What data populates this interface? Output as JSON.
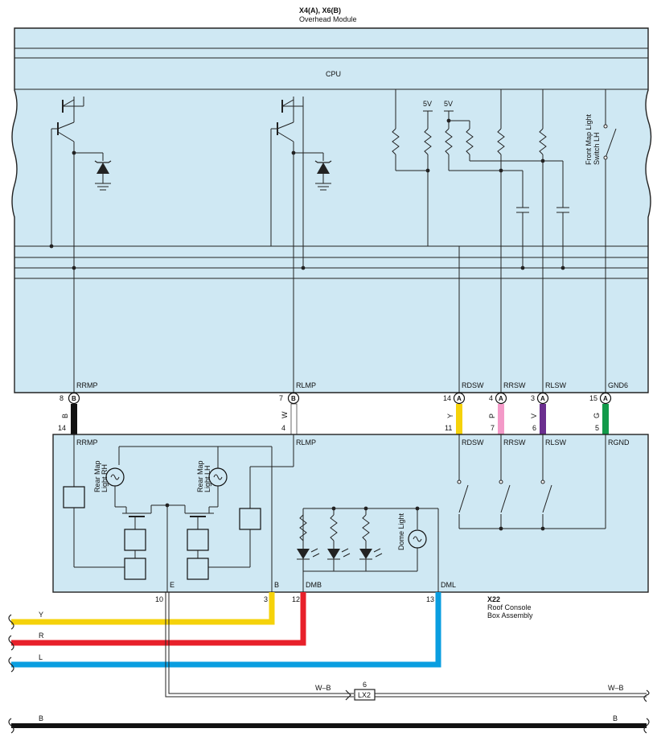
{
  "overhead_module": {
    "title": "X4(A), X6(B)",
    "subtitle": "Overhead Module",
    "cpu_label": "CPU",
    "supply_5v_1": "5V",
    "supply_5v_2": "5V",
    "front_switch_label_1": "Front Map Light",
    "front_switch_label_2": "Switch LH"
  },
  "roof_console": {
    "code": "X22",
    "title_1": "Roof Console",
    "title_2": "Box Assembly",
    "rear_rh_1": "Rear Map",
    "rear_rh_2": "Light RH",
    "rear_lh_1": "Rear Map",
    "rear_lh_2": "Light LH",
    "dome_light": "Dome Light"
  },
  "connections": [
    {
      "top_term": "RRMP",
      "pin_top": "8",
      "conn": "B",
      "color_code": "B",
      "pin_bottom": "14",
      "bottom_term": "RRMP",
      "color": "#111111"
    },
    {
      "top_term": "RLMP",
      "pin_top": "7",
      "conn": "B",
      "color_code": "W",
      "pin_bottom": "4",
      "bottom_term": "RLMP",
      "color": "#ffffff"
    },
    {
      "top_term": "RDSW",
      "pin_top": "14",
      "conn": "A",
      "color_code": "Y",
      "pin_bottom": "11",
      "bottom_term": "RDSW",
      "color": "#f5d20a"
    },
    {
      "top_term": "RRSW",
      "pin_top": "4",
      "conn": "A",
      "color_code": "P",
      "pin_bottom": "7",
      "bottom_term": "RRSW",
      "color": "#f39ac8"
    },
    {
      "top_term": "RLSW",
      "pin_top": "3",
      "conn": "A",
      "color_code": "V",
      "pin_bottom": "6",
      "bottom_term": "RLSW",
      "color": "#6b2f8f"
    },
    {
      "top_term": "GND6",
      "pin_top": "15",
      "conn": "A",
      "color_code": "G",
      "pin_bottom": "5",
      "bottom_term": "RGND",
      "color": "#139a4a"
    }
  ],
  "bottom_terminals": [
    {
      "name": "E",
      "pin": "10"
    },
    {
      "name": "B",
      "pin": "3"
    },
    {
      "name": "DMB",
      "pin": "12"
    },
    {
      "name": "DML",
      "pin": "13"
    }
  ],
  "wires": [
    {
      "label": "Y",
      "color": "#f5d20a"
    },
    {
      "label": "R",
      "color": "#e8202a"
    },
    {
      "label": "L",
      "color": "#0a9ee0"
    }
  ],
  "junction": {
    "pin": "6",
    "name": "LX2",
    "wire_left": "W–B",
    "wire_right": "W–B"
  },
  "ground_wire": {
    "left": "B",
    "right": "B",
    "color": "#111111"
  },
  "colors": {
    "module_fill": "#cfe8f3",
    "module_stroke": "#222222"
  }
}
